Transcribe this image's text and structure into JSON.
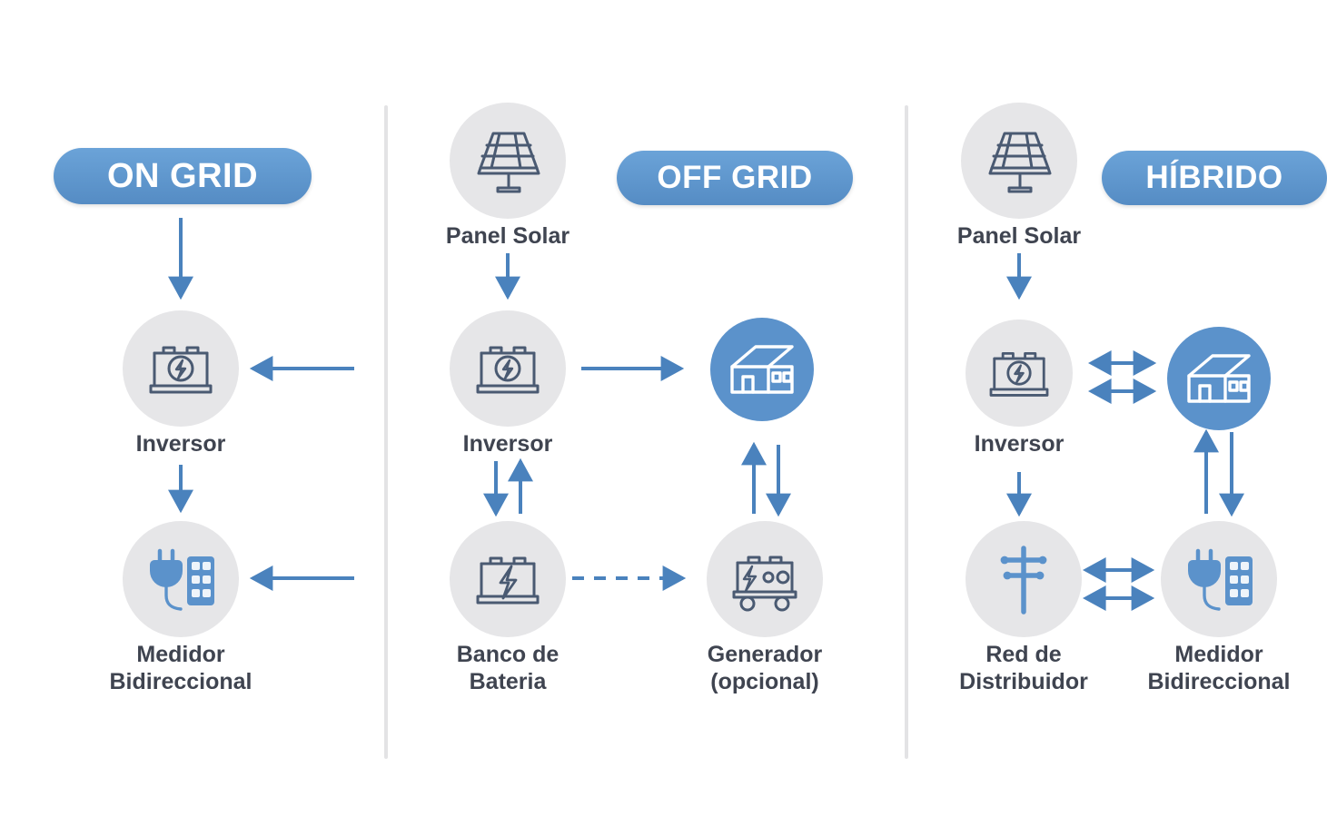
{
  "diagram": {
    "title_sections": [
      "ON GRID",
      "OFF GRID",
      "HÍBRIDO"
    ],
    "accent_blue": "#5b92cb",
    "icon_outline": "#4a5a72",
    "circle_grey": "#e6e6e8",
    "label_color": "#3f4450",
    "divider_color": "#e3e3e5"
  },
  "sections": [
    {
      "id": "on-grid",
      "badge": "ON GRID",
      "nodes": [
        {
          "id": "on-inverter",
          "label": "Inversor",
          "icon": "inverter-icon",
          "style": "grey"
        },
        {
          "id": "on-meter",
          "label": "Medidor\nBidireccional",
          "icon": "meter-icon",
          "style": "grey"
        }
      ],
      "flows": [
        {
          "from": "ON GRID",
          "to": "Inversor",
          "kind": "solid-arrow",
          "direction": "down"
        },
        {
          "from": "external",
          "to": "Inversor",
          "kind": "solid-arrow",
          "direction": "left"
        },
        {
          "from": "Inversor",
          "to": "Medidor Bidireccional",
          "kind": "solid-arrow",
          "direction": "down"
        },
        {
          "from": "external",
          "to": "Medidor Bidireccional",
          "kind": "solid-arrow",
          "direction": "left"
        }
      ]
    },
    {
      "id": "off-grid",
      "badge": "OFF GRID",
      "nodes": [
        {
          "id": "off-panel",
          "label": "Panel Solar",
          "icon": "solar-panel-icon",
          "style": "grey"
        },
        {
          "id": "off-inverter",
          "label": "Inversor",
          "icon": "inverter-icon",
          "style": "grey"
        },
        {
          "id": "off-house",
          "label": "",
          "icon": "house-icon",
          "style": "blue"
        },
        {
          "id": "off-battery",
          "label": "Banco de\nBateria",
          "icon": "battery-icon",
          "style": "grey"
        },
        {
          "id": "off-generator",
          "label": "Generador\n(opcional)",
          "icon": "generator-icon",
          "style": "grey"
        }
      ],
      "flows": [
        {
          "from": "Panel Solar",
          "to": "Inversor",
          "kind": "solid-arrow",
          "direction": "down"
        },
        {
          "from": "Inversor",
          "to": "Casa",
          "kind": "solid-arrow",
          "direction": "right"
        },
        {
          "from": "Inversor",
          "to": "Banco de Bateria",
          "kind": "solid-arrow",
          "direction": "down"
        },
        {
          "from": "Banco de Bateria",
          "to": "Inversor",
          "kind": "solid-arrow",
          "direction": "up"
        },
        {
          "from": "Banco de Bateria",
          "to": "Generador (opcional)",
          "kind": "dashed-arrow",
          "direction": "right"
        },
        {
          "from": "Generador (opcional)",
          "to": "Casa",
          "kind": "solid-arrow",
          "direction": "up"
        },
        {
          "from": "Casa",
          "to": "Generador (opcional)",
          "kind": "solid-arrow",
          "direction": "down"
        }
      ]
    },
    {
      "id": "hibrido",
      "badge": "HÍBRIDO",
      "nodes": [
        {
          "id": "hy-panel",
          "label": "Panel Solar",
          "icon": "solar-panel-icon",
          "style": "grey"
        },
        {
          "id": "hy-inverter",
          "label": "Inversor",
          "icon": "inverter-icon",
          "style": "grey"
        },
        {
          "id": "hy-house",
          "label": "",
          "icon": "house-icon",
          "style": "blue"
        },
        {
          "id": "hy-grid",
          "label": "Red de\nDistribuidor",
          "icon": "utility-pole-icon",
          "style": "grey"
        },
        {
          "id": "hy-meter",
          "label": "Medidor\nBidireccional",
          "icon": "meter-icon",
          "style": "grey"
        }
      ],
      "flows": [
        {
          "from": "Panel Solar",
          "to": "Inversor",
          "kind": "solid-arrow",
          "direction": "down"
        },
        {
          "from": "Inversor",
          "to": "Casa",
          "kind": "double-arrow",
          "direction": "horizontal"
        },
        {
          "from": "Inversor",
          "to": "Casa",
          "kind": "double-arrow",
          "direction": "horizontal"
        },
        {
          "from": "Inversor",
          "to": "Red de Distribuidor",
          "kind": "solid-arrow",
          "direction": "down"
        },
        {
          "from": "Casa",
          "to": "Medidor Bidireccional",
          "kind": "solid-arrow",
          "direction": "down"
        },
        {
          "from": "Medidor Bidireccional",
          "to": "Casa",
          "kind": "solid-arrow",
          "direction": "up"
        },
        {
          "from": "Red de Distribuidor",
          "to": "Medidor Bidireccional",
          "kind": "double-arrow",
          "direction": "horizontal"
        },
        {
          "from": "Red de Distribuidor",
          "to": "Medidor Bidireccional",
          "kind": "double-arrow",
          "direction": "horizontal"
        }
      ]
    }
  ],
  "labels": {
    "on_grid_badge": "ON GRID",
    "off_grid_badge": "OFF GRID",
    "hibrido_badge": "HÍBRIDO",
    "inversor": "Inversor",
    "medidor": "Medidor\nBidireccional",
    "panel_solar": "Panel Solar",
    "banco_bateria": "Banco de\nBateria",
    "generador": "Generador\n(opcional)",
    "red_distribuidor": "Red de\nDistribuidor"
  }
}
